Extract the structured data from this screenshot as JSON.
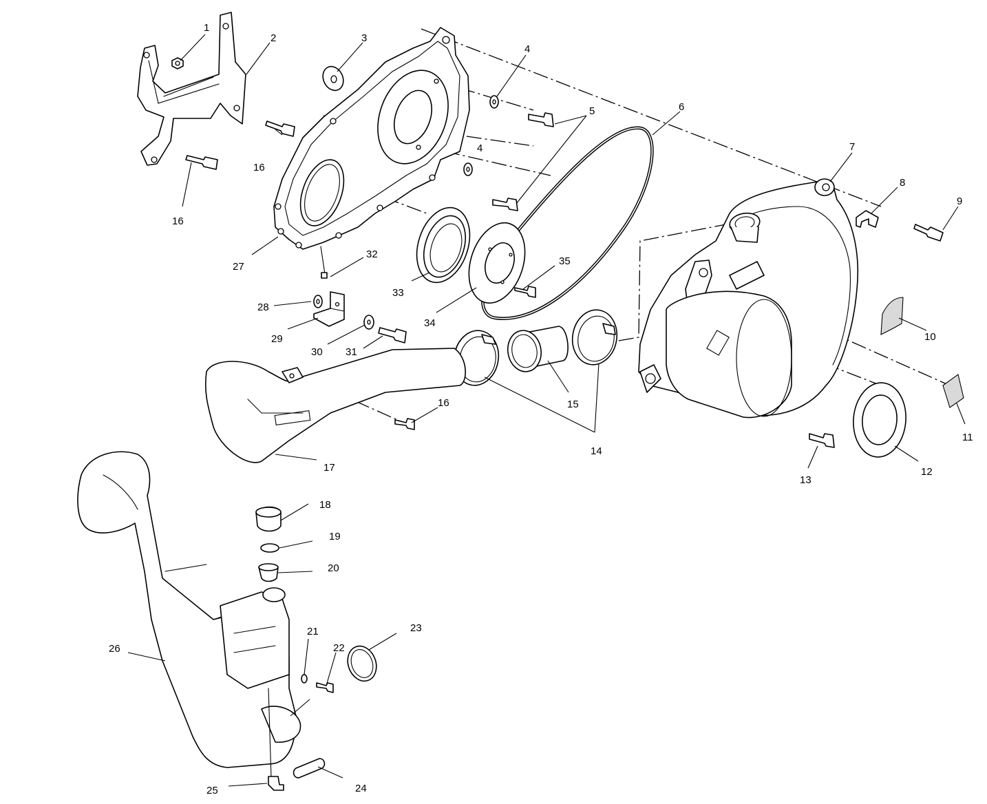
{
  "callouts": {
    "c1": "1",
    "c2": "2",
    "c3": "3",
    "c4a": "4",
    "c4b": "4",
    "c5": "5",
    "c6": "6",
    "c7": "7",
    "c8": "8",
    "c9": "9",
    "c10": "10",
    "c11": "11",
    "c12": "12",
    "c13": "13",
    "c14": "14",
    "c15": "15",
    "c16a": "16",
    "c16b": "16",
    "c16c": "16",
    "c17": "17",
    "c18": "18",
    "c19": "19",
    "c20": "20",
    "c21": "21",
    "c22": "22",
    "c23": "23",
    "c24": "24",
    "c25": "25",
    "c26": "26",
    "c27": "27",
    "c28": "28",
    "c29": "29",
    "c30": "30",
    "c31": "31",
    "c32": "32",
    "c33": "33",
    "c34": "34",
    "c35": "35"
  }
}
